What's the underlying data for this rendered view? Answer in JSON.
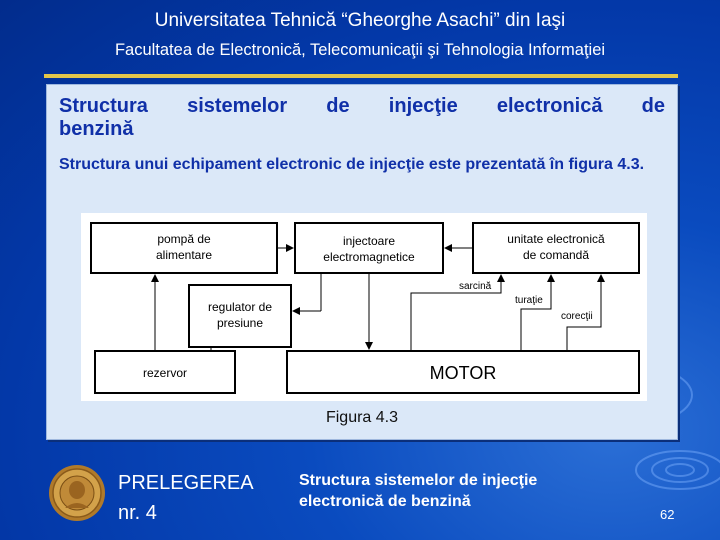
{
  "header": {
    "title": "Universitatea Tehnică “Gheorghe Asachi” din Iaşi",
    "subtitle": "Facultatea de Electronică, Telecomunicaţii şi Tehnologia Informaţiei"
  },
  "slide": {
    "heading_line1": "Structura sistemelor de injecţie electronică de",
    "heading_line2": "benzină",
    "body": "Structura unui echipament electronic de injecţie este prezentată în figura 4.3."
  },
  "diagram": {
    "pump_line1": "pompă de",
    "pump_line2": "alimentare",
    "injectors_line1": "injectoare",
    "injectors_line2": "electromagnetice",
    "ecu_line1": "unitate electronică",
    "ecu_line2": "de comandă",
    "regulator_line1": "regulator de",
    "regulator_line2": "presiune",
    "tank": "rezervor",
    "motor": "MOTOR",
    "signal_load": "sarcină",
    "signal_rpm": "turaţie",
    "signal_corrections": "corecţii",
    "caption": "Figura 4.3"
  },
  "footer": {
    "lecture_line1": "PRELEGEREA",
    "lecture_line2": "nr. 4",
    "topic_line1": "Structura sistemelor de injecţie",
    "topic_line2": "electronică de benzină",
    "page_number": "62"
  },
  "colors": {
    "background": "#0a4bbf",
    "accent_line": "#e3c64a",
    "panel": "#dbe8f8",
    "heading_text": "#1030a8"
  }
}
